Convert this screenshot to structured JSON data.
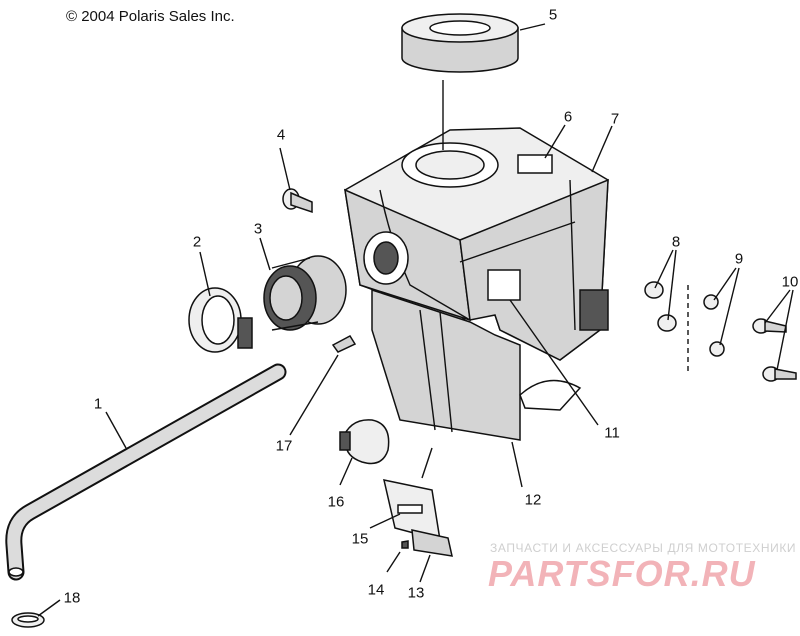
{
  "copyright": "© 2004 Polaris Sales Inc.",
  "callouts": [
    "1",
    "2",
    "3",
    "4",
    "5",
    "6",
    "7",
    "8",
    "9",
    "10",
    "11",
    "12",
    "13",
    "14",
    "15",
    "16",
    "17",
    "18"
  ],
  "watermark": {
    "line1": "ЗАПЧАСТИ И АКСЕССУАРЫ ДЛЯ МОТОТЕХНИКИ",
    "line2": "PARTSFOR.RU"
  }
}
